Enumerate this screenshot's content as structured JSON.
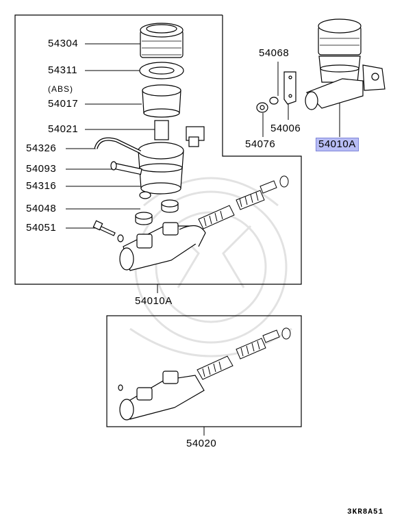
{
  "parts": {
    "p54304": "54304",
    "p54311": "54311",
    "abs": "(ABS)",
    "p54017": "54017",
    "p54021": "54021",
    "p54326": "54326",
    "p54093": "54093",
    "p54316": "54316",
    "p54048": "54048",
    "p54051": "54051",
    "p54068": "54068",
    "p54006": "54006",
    "p54076": "54076",
    "p54010a_top": "54010A",
    "p54010a_bottom": "54010A",
    "p54020": "54020"
  },
  "diagram_code": "3KR8A51",
  "colors": {
    "highlight": "#b8bdf5",
    "line": "#000000",
    "watermark": "#e6e6e6"
  }
}
